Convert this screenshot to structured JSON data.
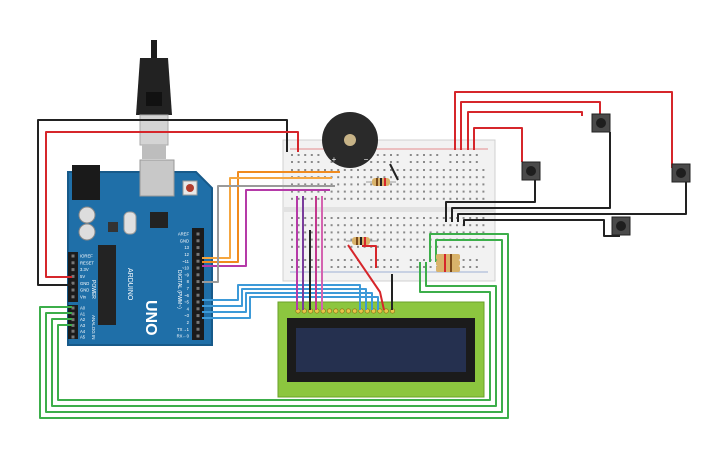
{
  "arduino": {
    "brand_text": "UNO",
    "model_text": "ARDUINO",
    "digital_header_label": "DIGITAL (PWM~)",
    "power_header_label": "POWER",
    "analog_header_label": "ANALOG IN",
    "digital_pins": [
      "AREF",
      "GND",
      "13",
      "12",
      "~11",
      "~10",
      "~9",
      "8",
      "7",
      "~6",
      "~5",
      "4",
      "~3",
      "2",
      "TX→1",
      "RX←0"
    ],
    "power_pins": [
      "IOREF",
      "RESET",
      "3.3V",
      "5V",
      "GND",
      "GND",
      "Vin"
    ],
    "analog_pins": [
      "A0",
      "A1",
      "A2",
      "A3",
      "A4",
      "A5"
    ]
  },
  "buzzer": {
    "plus_label": "+",
    "minus_label": "−"
  },
  "colors": {
    "board": "#1f6fa8",
    "board_dark": "#175a8a",
    "breadboard": "#f2f2f2",
    "wire_red": "#d6262b",
    "wire_black": "#222222",
    "wire_green": "#3cae4a",
    "wire_blue": "#3d9ad8",
    "wire_orange": "#f08b1e",
    "wire_magenta": "#b53aa8",
    "wire_gray": "#9a9a9a",
    "lcd_frame": "#8cc63f",
    "lcd_screen": "#25304f"
  }
}
